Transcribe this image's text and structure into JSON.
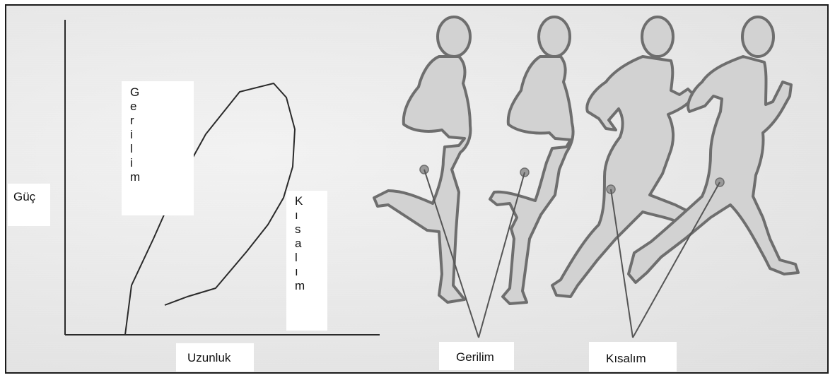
{
  "figure": {
    "y_axis_label": "Güç",
    "x_axis_label": "Uzunluk",
    "curve_label_up": "Gerilim",
    "curve_label_down": "Kısalım",
    "bottom_label_left": "Gerilim",
    "bottom_label_right": "Kısalım",
    "runner_count": 4
  },
  "colors": {
    "background": "#ececec",
    "silhouette_fill": "#d2d2d2",
    "silhouette_stroke": "#6e6e6e",
    "axis": "#2a2a2a",
    "label_box": "#ffffff"
  }
}
